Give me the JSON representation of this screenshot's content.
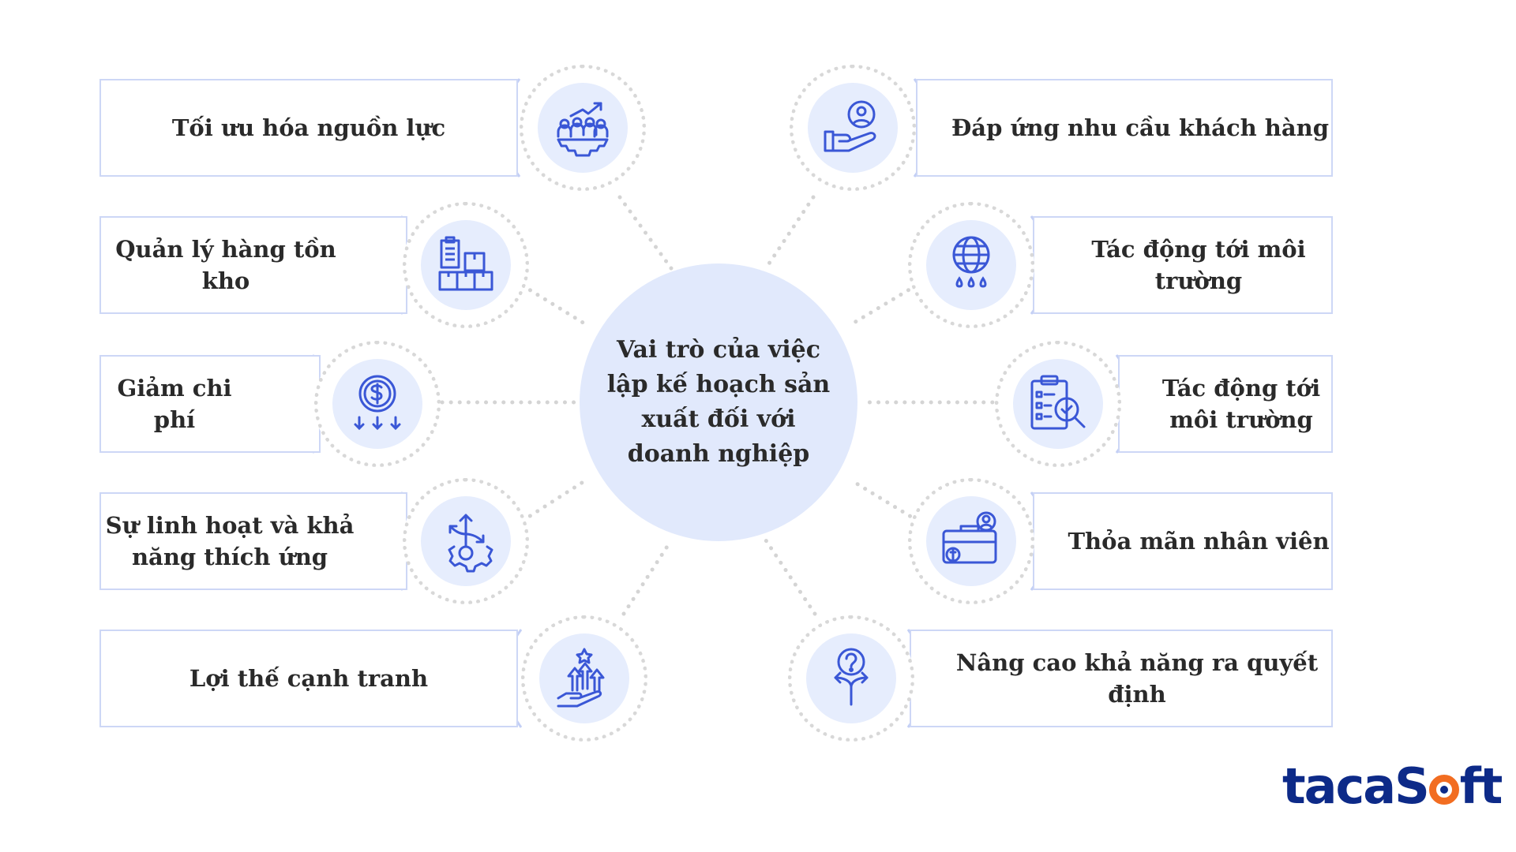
{
  "diagram": {
    "center_label": "Vai trò của việc\nlập kế hoạch sản\nxuất đối với\ndoanh nghiệp",
    "left_items": [
      {
        "label": "Tối ưu hóa nguồn lực",
        "icon": "team-gear-growth-icon"
      },
      {
        "label": "Quản lý hàng tồn kho",
        "icon": "inventory-boxes-icon"
      },
      {
        "label": "Giảm chi phí",
        "icon": "dollar-coin-down-icon"
      },
      {
        "label": "Sự linh hoạt và khả\nnăng thích ứng",
        "icon": "gear-arrows-flexibility-icon"
      },
      {
        "label": "Lợi thế cạnh tranh",
        "icon": "hand-growth-star-icon"
      }
    ],
    "right_items": [
      {
        "label": "Đáp ứng nhu cầu khách hàng",
        "icon": "hand-customer-icon"
      },
      {
        "label": "Tác động tới môi\ntrường",
        "icon": "globe-drops-icon"
      },
      {
        "label": "Tác động tới\nmôi trường",
        "icon": "clipboard-magnifier-icon"
      },
      {
        "label": "Thỏa mãn nhân viên",
        "icon": "briefcase-employee-icon"
      },
      {
        "label": "Nâng cao khả năng ra quyết\nđịnh",
        "icon": "decision-question-arrows-icon"
      }
    ]
  },
  "brand": {
    "logo_prefix": "tacaS",
    "logo_suffix": "ft",
    "logo_colors": {
      "text": "#0d2a88",
      "accent": "#f26d21"
    }
  },
  "colors": {
    "icon_stroke": "#3a57d6",
    "icon_disc": "#e6edfd",
    "center_disc": "#e1e9fc",
    "card_border": "#cdd7f6"
  }
}
